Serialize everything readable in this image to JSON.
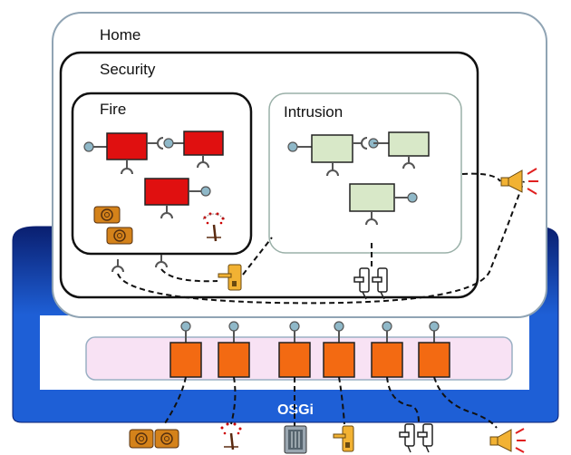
{
  "diagram": {
    "home_label": "Home",
    "security_label": "Security",
    "fire_label": "Fire",
    "intrusion_label": "Intrusion",
    "bus_label": "OSGi"
  },
  "colors": {
    "fire_component": "#e01010",
    "intrusion_component": "#d8e8c8",
    "bundle": "#f36a12",
    "bus_blue": "#1e5fd6",
    "bus_dark": "#0a1f70",
    "bundle_tray": "#f8e2f4",
    "port": "#8fb8c8"
  },
  "icons": {
    "smoke_detector": "smoke-detector-icon",
    "sprinkler": "sprinkler-icon",
    "door_lock": "door-lock-icon",
    "siren": "siren-icon",
    "keypad": "keypad-icon",
    "window_sensor": "window-sensor-icon"
  }
}
